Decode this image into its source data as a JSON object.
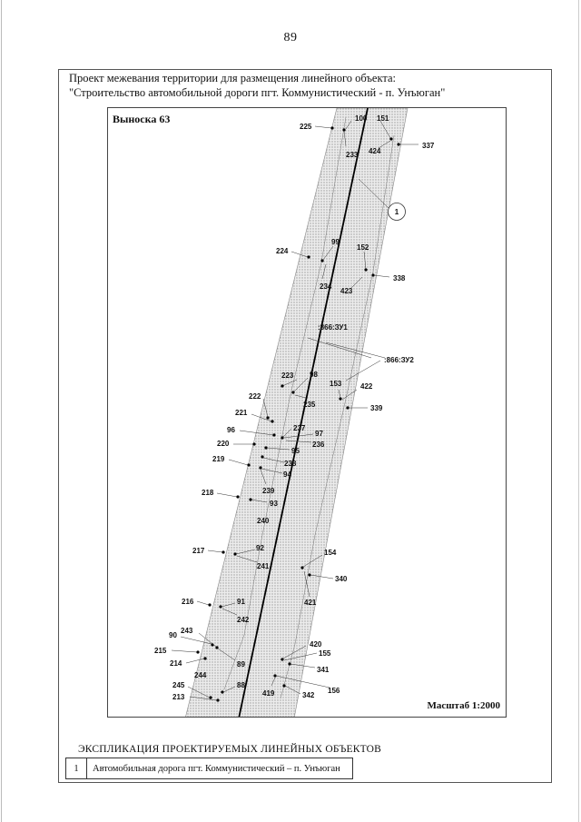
{
  "page_number": "89",
  "title": {
    "line1": "Проект межевания территории для размещения линейного объекта:",
    "line2": "\"Строительство автомобильной дороги пгт. Коммунистический - п. Унъюган\""
  },
  "inset": {
    "title": "Выноска 63",
    "scale": "Масштаб 1:2000"
  },
  "map": {
    "object_marker": "1",
    "zone_labels": [
      ":866:ЗУ1",
      ":866:ЗУ2"
    ],
    "left_edge_points": [
      "225",
      "224",
      "223",
      "222",
      "221",
      "96",
      "220",
      "219",
      "218",
      "217",
      "216",
      "90",
      "215",
      "214",
      "245",
      "213"
    ],
    "inner_left_points": [
      "233",
      "100",
      "99",
      "234",
      "98",
      "235",
      "237",
      "97",
      "95",
      "236",
      "238",
      "94",
      "239",
      "93",
      "240",
      "92",
      "241",
      "91",
      "242",
      "243",
      "89",
      "244",
      "88"
    ],
    "right_points": [
      "151",
      "424",
      "337",
      "152",
      "423",
      "338",
      "153",
      "422",
      "339",
      "154",
      "340",
      "421",
      "420",
      "155",
      "341",
      "156",
      "419",
      "342"
    ]
  },
  "explication": {
    "title": "ЭКСПЛИКАЦИЯ ПРОЕКТИРУЕМЫХ ЛИНЕЙНЫХ ОБЪЕКТОВ",
    "rows": [
      {
        "num": "1",
        "name": "Автомобильная дорога пгт. Коммунистический – п. Унъюган"
      }
    ]
  }
}
